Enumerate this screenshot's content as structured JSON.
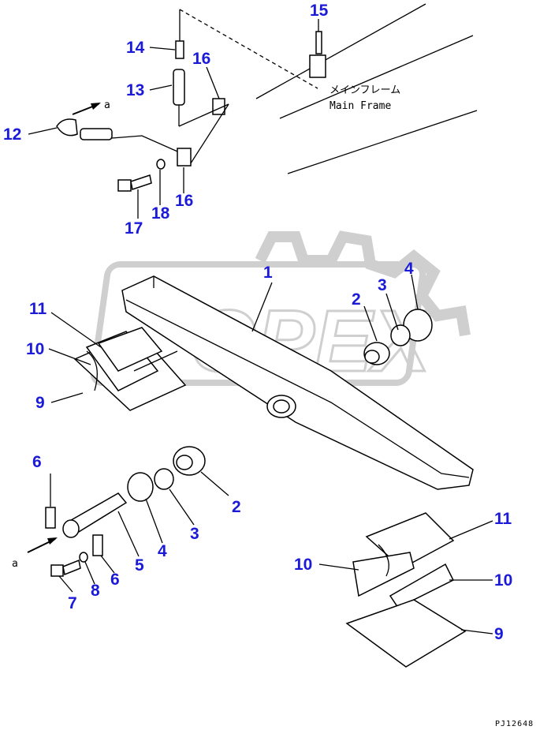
{
  "callouts": {
    "n1": "1",
    "n2a": "2",
    "n2b": "2",
    "n3a": "3",
    "n3b": "3",
    "n4a": "4",
    "n4b": "4",
    "n5": "5",
    "n6a": "6",
    "n6b": "6",
    "n7": "7",
    "n8": "8",
    "n9a": "9",
    "n9b": "9",
    "n10a": "10",
    "n10b": "10",
    "n10c": "10",
    "n11a": "11",
    "n11b": "11",
    "n12": "12",
    "n13": "13",
    "n14": "14",
    "n15": "15",
    "n16a": "16",
    "n16b": "16",
    "n17": "17",
    "n18": "18"
  },
  "labels": {
    "main_frame_jp": "メインフレーム",
    "main_frame_en": "Main Frame",
    "view_a_top": "a",
    "view_a_bottom": "a",
    "drawing_code": "PJ12648"
  },
  "watermark": {
    "text": "OPEX"
  },
  "colors": {
    "callout": "#1a1ad8",
    "line": "#000000",
    "watermark": "#cfcfcf"
  }
}
